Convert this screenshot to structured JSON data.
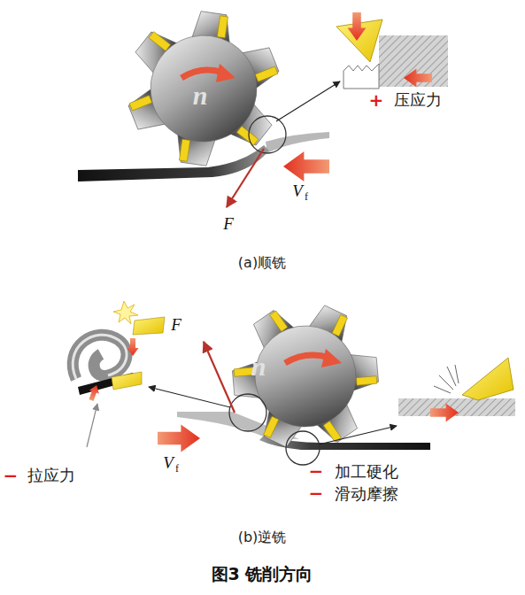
{
  "diagram": {
    "caption": "图3 铣削方向",
    "labels": [
      "n",
      "+",
      "压应力",
      "F",
      "V",
      "f",
      "(a)顺铣",
      "F",
      "n",
      "−",
      "拉应力",
      "V",
      "f",
      "−",
      "加工硬化",
      "−",
      "滑动摩擦",
      "(b)逆铣"
    ]
  }
}
